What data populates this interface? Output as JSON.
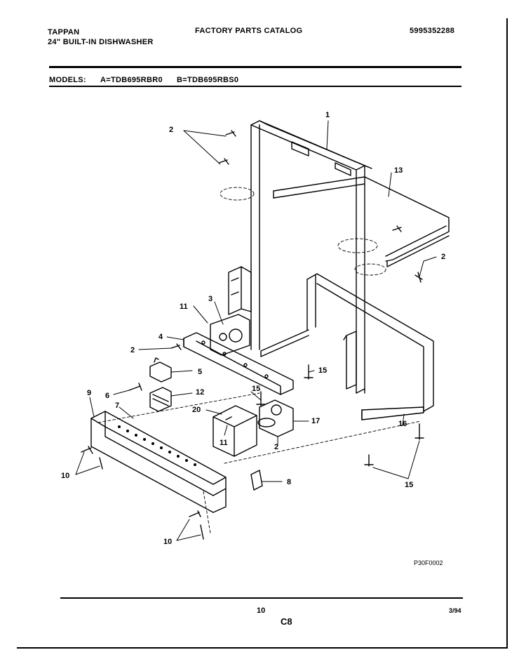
{
  "header": {
    "brand": "TAPPAN",
    "product": "24\" BUILT-IN DISHWASHER",
    "catalog_title": "FACTORY PARTS CATALOG",
    "catalog_number": "5995352288",
    "models_label": "MODELS:",
    "model_a": "A=TDB695RBR0",
    "model_b": "B=TDB695RBS0"
  },
  "diagram": {
    "callouts": [
      "1",
      "2",
      "2",
      "2",
      "2",
      "3",
      "4",
      "5",
      "6",
      "7",
      "8",
      "9",
      "10",
      "10",
      "11",
      "11",
      "12",
      "13",
      "15",
      "15",
      "15",
      "16",
      "17",
      "20"
    ],
    "figure_code": "P30F0002"
  },
  "footer": {
    "page_number": "10",
    "section_code": "C8",
    "date": "3/94"
  }
}
